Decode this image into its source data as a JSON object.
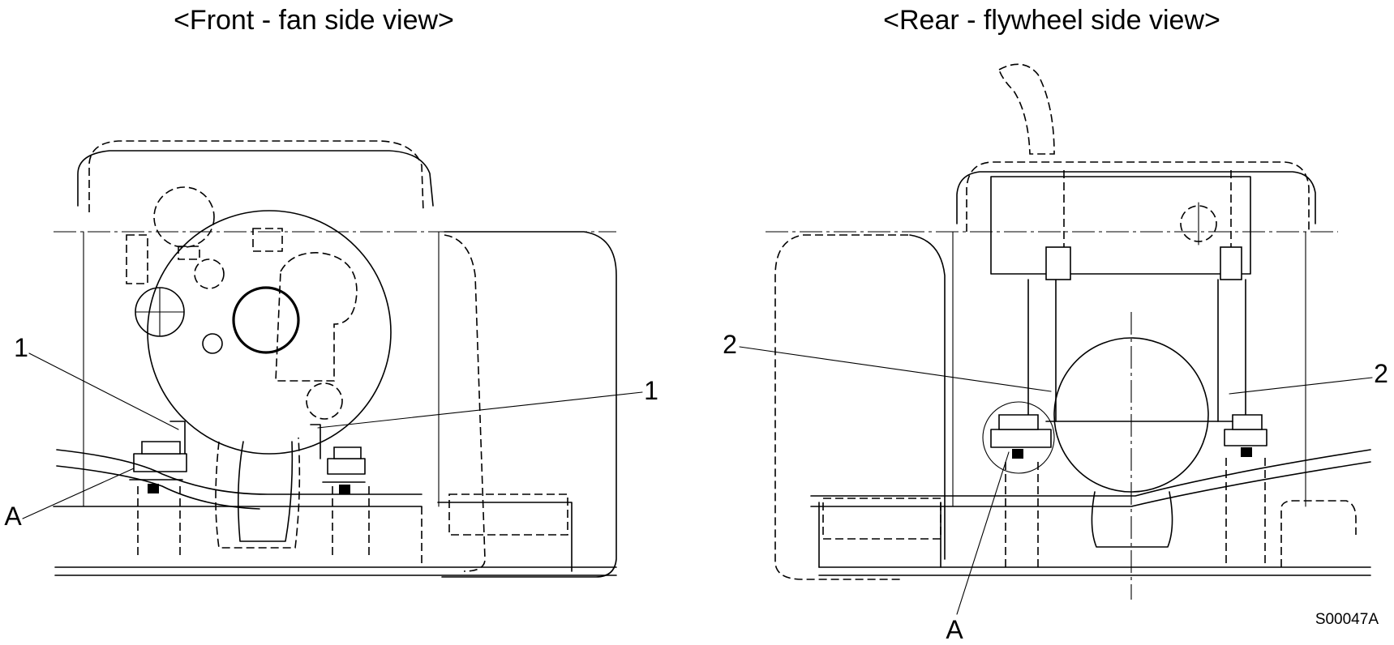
{
  "views": {
    "front": {
      "title": "<Front - fan side view>",
      "callouts": {
        "left_1": "1",
        "right_1": "1",
        "a": "A"
      }
    },
    "rear": {
      "title": "<Rear - flywheel side view>",
      "callouts": {
        "left_2": "2",
        "right_2": "2",
        "a": "A"
      }
    }
  },
  "drawing_code": "S00047A"
}
